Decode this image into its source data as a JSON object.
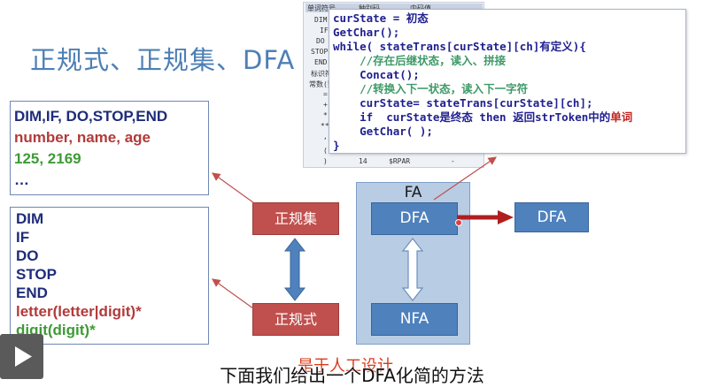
{
  "title": "正规式、正规集、DFA",
  "top_box": {
    "keywords": "DIM,IF, DO,STOP,END",
    "identifiers": "number, name, age",
    "numbers": "125, 2169",
    "ellipsis": "…"
  },
  "bottom_box": {
    "lines": [
      "DIM",
      "IF",
      "DO",
      "STOP",
      "END"
    ],
    "letter_rule": "letter(letter|digit)*",
    "digit_rule": "digit(digit)*"
  },
  "labels": {
    "regular_set": "正规集",
    "regular_expr": "正规式",
    "fa": "FA",
    "dfa_inner": "DFA",
    "dfa_outer": "DFA",
    "nfa": "NFA"
  },
  "table": {
    "header": [
      "单词符号",
      "种别码",
      "内码值"
    ],
    "left_labels": [
      "DIM",
      "IF",
      "DO",
      "STOP",
      "END",
      "标识符",
      "常数(整)",
      "=",
      "+",
      "*",
      "**",
      ",",
      "(",
      ")"
    ],
    "last_row": [
      "14",
      "$RPAR",
      "-"
    ]
  },
  "code": {
    "line1": "curState = 初态",
    "line2": "GetChar();",
    "line3": "while( stateTrans[curState][ch]有定义){",
    "line4": "    //存在后继状态，读入、拼接",
    "line5": "    Concat();",
    "line6": "    //转换入下一状态，读入下一字符",
    "line7": "    curState= stateTrans[curState][ch];",
    "line8a": "    if  curState是终态 then 返回strToken中的",
    "line8b": "单词",
    "line9": "    GetChar( );",
    "line10": "}"
  },
  "partial_caption": "是于人工设计",
  "subtitle": "下面我们给出一个DFA化简的方法"
}
